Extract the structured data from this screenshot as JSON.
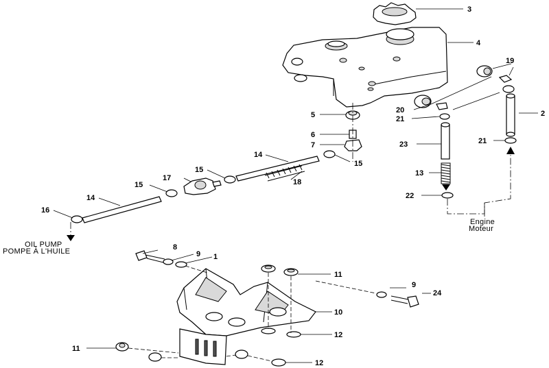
{
  "callouts": {
    "c1": "1",
    "c2": "2",
    "c3": "3",
    "c4": "4",
    "c5": "5",
    "c6": "6",
    "c7": "7",
    "c8": "8",
    "c9a": "9",
    "c9b": "9",
    "c10": "10",
    "c11a": "11",
    "c11b": "11",
    "c12a": "12",
    "c12b": "12",
    "c13": "13",
    "c14a": "14",
    "c14b": "14",
    "c15a": "15",
    "c15b": "15",
    "c15c": "15",
    "c16": "16",
    "c17": "17",
    "c18": "18",
    "c19": "19",
    "c20": "20",
    "c21a": "21",
    "c21b": "21",
    "c22": "22",
    "c23": "23",
    "c24": "24"
  },
  "notes": {
    "engine_en": "Engine",
    "engine_fr": "Moteur",
    "oil_pump_en": "OIL PUMP",
    "oil_pump_fr": "POMPE À L'HUILE"
  }
}
